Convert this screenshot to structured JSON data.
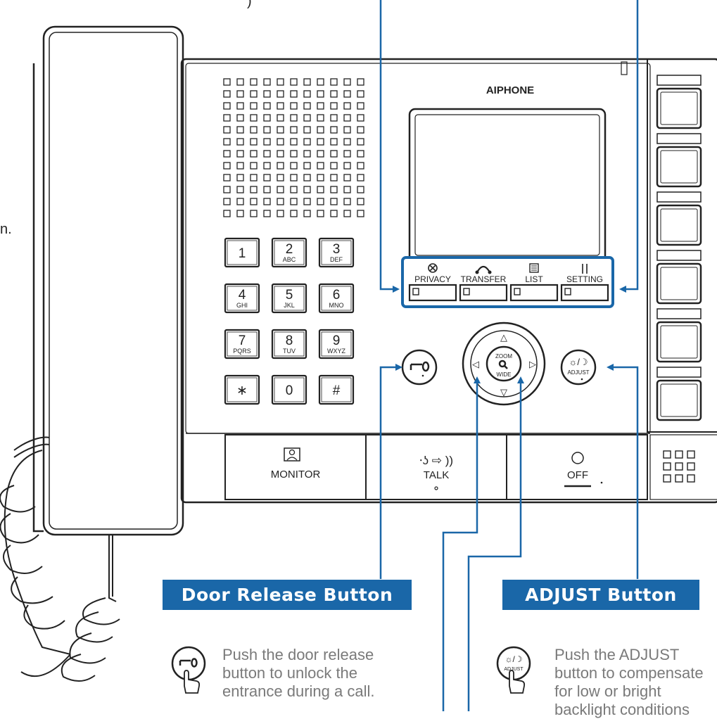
{
  "brand": "AIPHONE",
  "keypad": [
    {
      "digit": "1",
      "letters": ""
    },
    {
      "digit": "2",
      "letters": "ABC"
    },
    {
      "digit": "3",
      "letters": "DEF"
    },
    {
      "digit": "4",
      "letters": "GHI"
    },
    {
      "digit": "5",
      "letters": "JKL"
    },
    {
      "digit": "6",
      "letters": "MNO"
    },
    {
      "digit": "7",
      "letters": "PQRS"
    },
    {
      "digit": "8",
      "letters": "TUV"
    },
    {
      "digit": "9",
      "letters": "WXYZ"
    },
    {
      "digit": "∗",
      "letters": ""
    },
    {
      "digit": "0",
      "letters": ""
    },
    {
      "digit": "#",
      "letters": ""
    }
  ],
  "menu_buttons": [
    "PRIVACY",
    "TRANSFER",
    "LIST",
    "SETTING"
  ],
  "zoom_button": {
    "top": "ZOOM",
    "bottom": "WIDE"
  },
  "adjust_button_label": "ADJUST",
  "bottom_buttons": [
    "MONITOR",
    "TALK",
    "OFF"
  ],
  "fragments": {
    "top": ")",
    "left": "n."
  },
  "door_release": {
    "title": "Door Release Button",
    "lines": [
      "Push the door release",
      "button to unlock the",
      "entrance during a call."
    ]
  },
  "adjust": {
    "title": "ADJUST Button",
    "lines": [
      "Push the ADJUST",
      "button to compensate",
      "for low or bright",
      "backlight conditions"
    ]
  },
  "colors": {
    "accent": "#1a67a8",
    "body_text": "#7a7a7a",
    "device_line": "#222222"
  }
}
